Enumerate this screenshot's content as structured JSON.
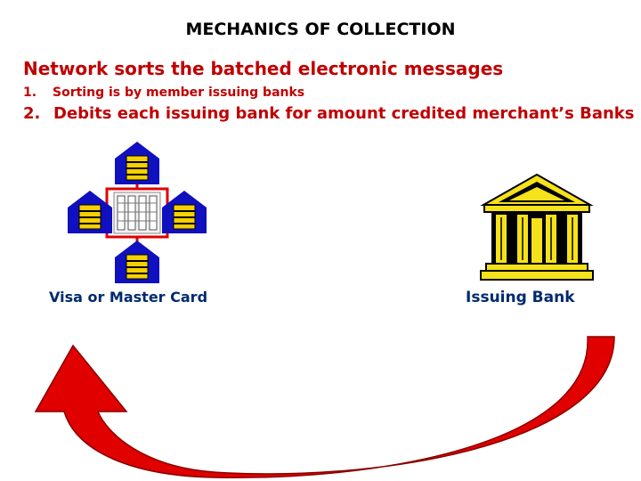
{
  "slide": {
    "title": "MECHANICS OF COLLECTION",
    "heading": "Network sorts the batched electronic messages",
    "points": [
      {
        "number": "1.",
        "text": "Sorting is by member issuing banks"
      },
      {
        "number": "2.",
        "text": "Debits each issuing bank for amount credited merchant’s Banks"
      }
    ]
  },
  "diagram": {
    "network_label": "Visa or Master Card",
    "bank_label": "Issuing Bank"
  },
  "colors": {
    "heading_red": "#c00000",
    "label_navy": "#002a6e",
    "arrow_red": "#e00000",
    "house_blue": "#1010c0",
    "bank_yellow": "#f5e21a"
  }
}
